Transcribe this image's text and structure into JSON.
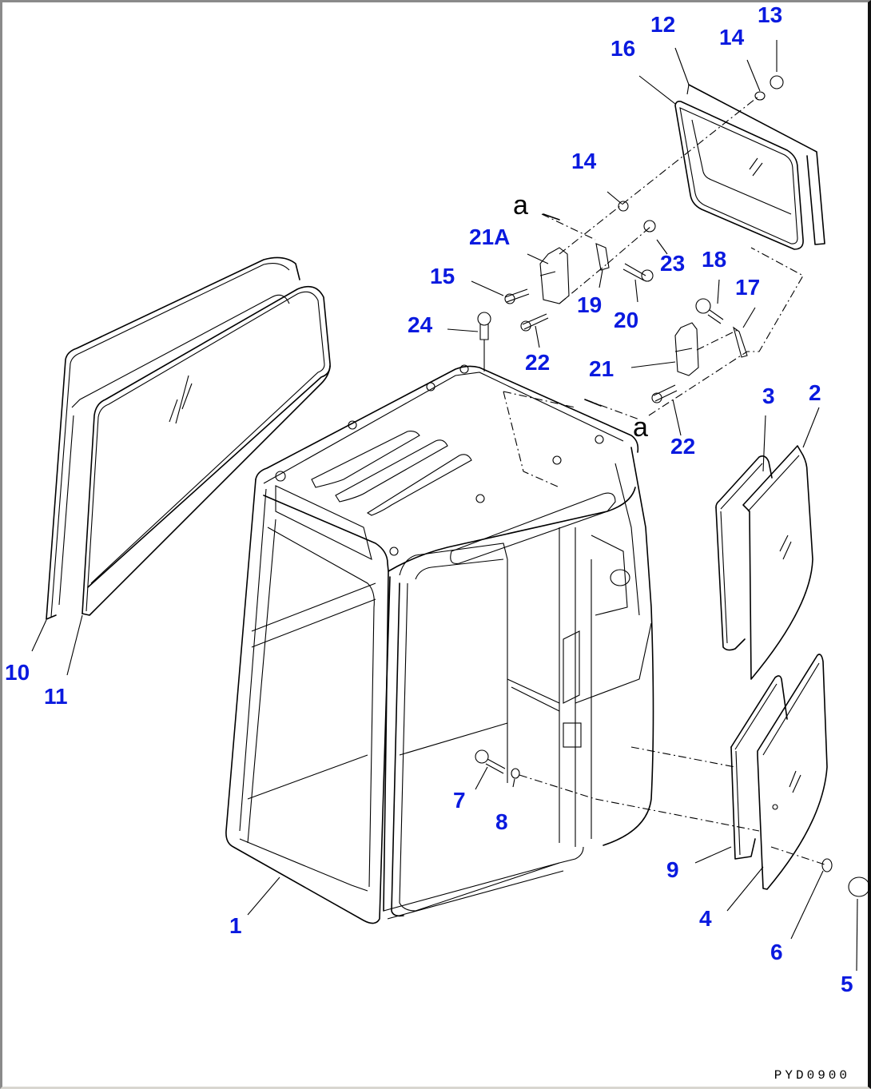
{
  "diagram": {
    "type": "exploded-parts-diagram",
    "subject": "operator cab assembly with windows and latches",
    "drawing_code": "PYD0900",
    "reference_letter": "a",
    "callout_color": "#0a1adf",
    "callouts": [
      {
        "id": "c1",
        "label": "1",
        "part": "cab frame"
      },
      {
        "id": "c2",
        "label": "2",
        "part": "rear side glass"
      },
      {
        "id": "c3",
        "label": "3",
        "part": "glass seal"
      },
      {
        "id": "c4",
        "label": "4",
        "part": "lower rear glass"
      },
      {
        "id": "c5",
        "label": "5",
        "part": "cap"
      },
      {
        "id": "c6",
        "label": "6",
        "part": "washer"
      },
      {
        "id": "c7",
        "label": "7",
        "part": "bolt"
      },
      {
        "id": "c8",
        "label": "8",
        "part": "washer"
      },
      {
        "id": "c9",
        "label": "9",
        "part": "glass seal"
      },
      {
        "id": "c10",
        "label": "10",
        "part": "front window seal"
      },
      {
        "id": "c11",
        "label": "11",
        "part": "front window glass"
      },
      {
        "id": "c12",
        "label": "12",
        "part": "roof window glass"
      },
      {
        "id": "c13",
        "label": "13",
        "part": "cap"
      },
      {
        "id": "c14a",
        "label": "14",
        "part": "washer"
      },
      {
        "id": "c14b",
        "label": "14",
        "part": "washer"
      },
      {
        "id": "c15",
        "label": "15",
        "part": "bolt"
      },
      {
        "id": "c16",
        "label": "16",
        "part": "roof window seal"
      },
      {
        "id": "c17",
        "label": "17",
        "part": "pin"
      },
      {
        "id": "c18",
        "label": "18",
        "part": "knob"
      },
      {
        "id": "c19",
        "label": "19",
        "part": "latch plate"
      },
      {
        "id": "c20",
        "label": "20",
        "part": "bolt"
      },
      {
        "id": "c21",
        "label": "21",
        "part": "latch"
      },
      {
        "id": "c21A",
        "label": "21A",
        "part": "latch"
      },
      {
        "id": "c22a",
        "label": "22",
        "part": "bolt"
      },
      {
        "id": "c22b",
        "label": "22",
        "part": "bolt"
      },
      {
        "id": "c23",
        "label": "23",
        "part": "nut"
      },
      {
        "id": "c24",
        "label": "24",
        "part": "bolt"
      }
    ]
  }
}
